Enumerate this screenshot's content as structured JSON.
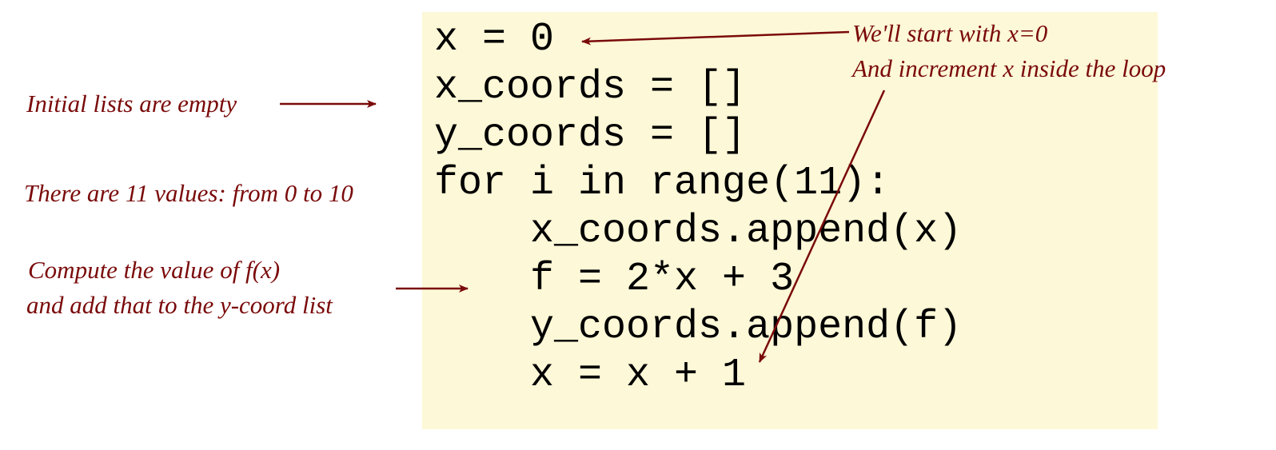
{
  "code_lines": [
    "x = 0",
    "x_coords = []",
    "y_coords = []",
    "for i in range(11):",
    "    x_coords.append(x)",
    "    f = 2*x + 3",
    "    y_coords.append(f)",
    "    x = x + 1"
  ],
  "annotations": {
    "start": "We'll start with x=0",
    "increment": "And increment x inside the loop",
    "empty": "Initial lists are empty",
    "values": "There are 11 values: from 0 to 10",
    "compute_1": "Compute the value of f(x)",
    "compute_2": "and add that to the y-coord list"
  },
  "colors": {
    "annotation": "#7a0a0a",
    "code_bg": "#fdf8d7"
  }
}
